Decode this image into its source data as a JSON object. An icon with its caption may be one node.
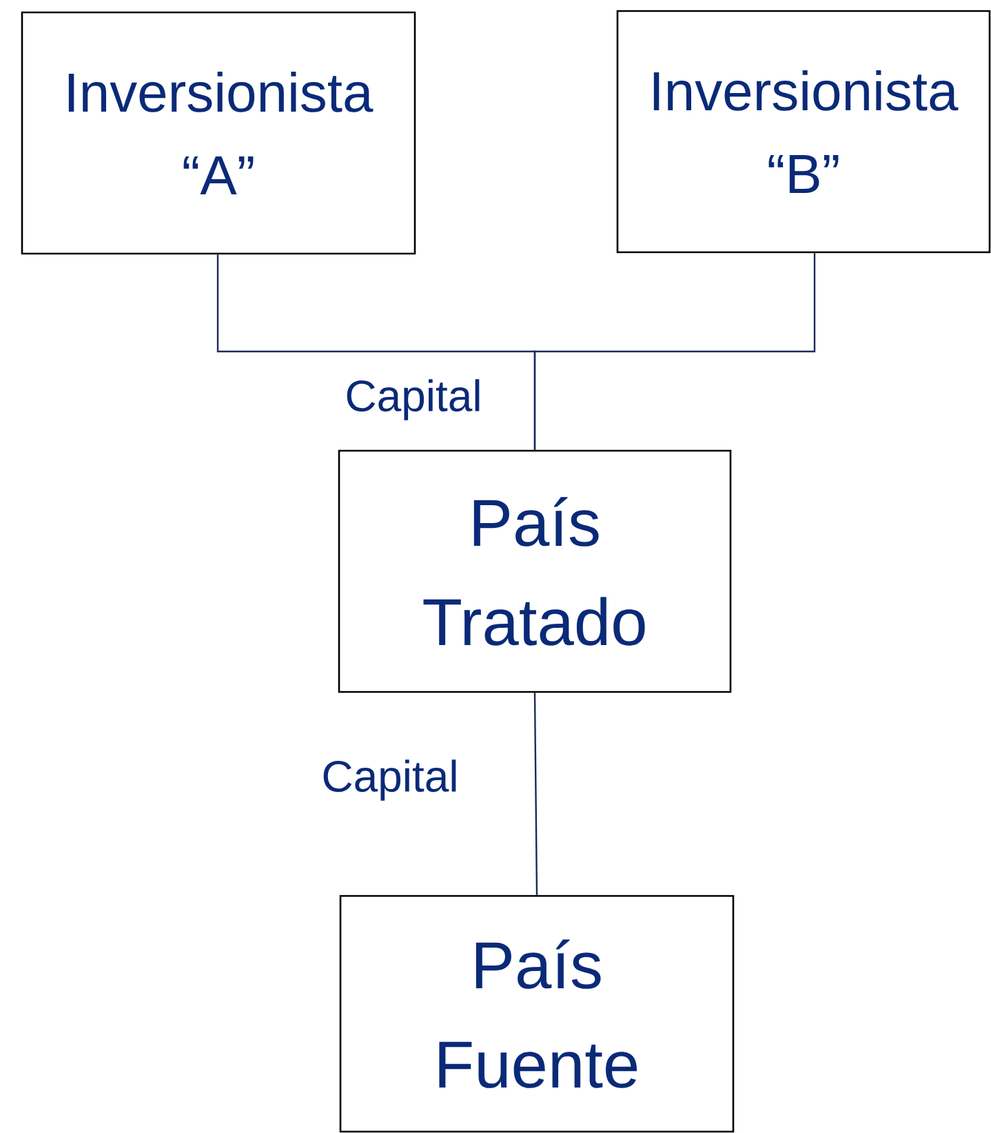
{
  "diagram": {
    "nodes": [
      {
        "text": [
          "Inversionista “A”"
        ]
      },
      {
        "text": [
          "Inversionista “B”"
        ]
      },
      {
        "text": [
          "País Tratado"
        ]
      },
      {
        "text": [
          "País Fuente"
        ]
      }
    ],
    "edges": [
      {
        "from": 0,
        "to": 2,
        "arrow": "none",
        "label": "Capital"
      },
      {
        "from": 1,
        "to": 2,
        "arrow": "none"
      },
      {
        "from": 2,
        "to": 3,
        "arrow": "none",
        "label": "Capital"
      }
    ]
  }
}
